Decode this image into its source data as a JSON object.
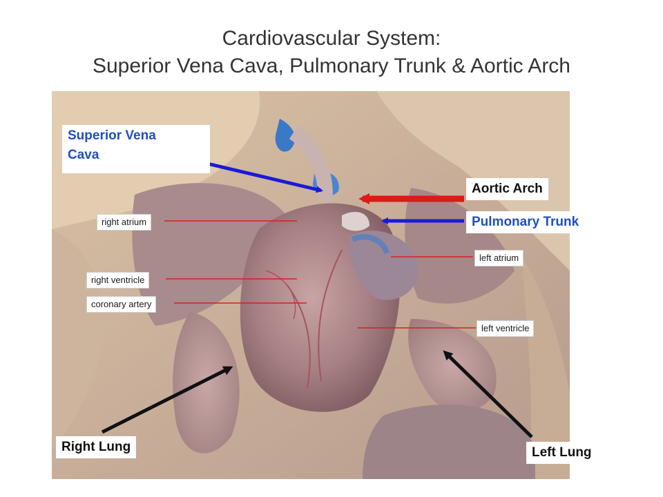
{
  "title": {
    "line1": "Cardiovascular System:",
    "line2": "Superior Vena Cava, Pulmonary Trunk & Aortic Arch"
  },
  "labels": {
    "superior_vena_cava_1": "Superior Vena",
    "superior_vena_cava_2": "Cava",
    "aortic_arch": "Aortic Arch",
    "pulmonary_trunk": "Pulmonary Trunk",
    "right_lung": "Right Lung",
    "left_lung": "Left Lung"
  },
  "photo_labels": {
    "right_atrium": "right atrium",
    "right_ventricle": "right ventricle",
    "coronary_artery": "coronary artery",
    "left_atrium": "left atrium",
    "left_ventricle": "left ventricle"
  },
  "colors": {
    "title": "#333333",
    "blue_label": "#1f4fbf",
    "blue_arrow": "#1a1ad6",
    "red_arrow": "#e01818",
    "black_arrow": "#111111",
    "leader_line": "#d42020"
  }
}
